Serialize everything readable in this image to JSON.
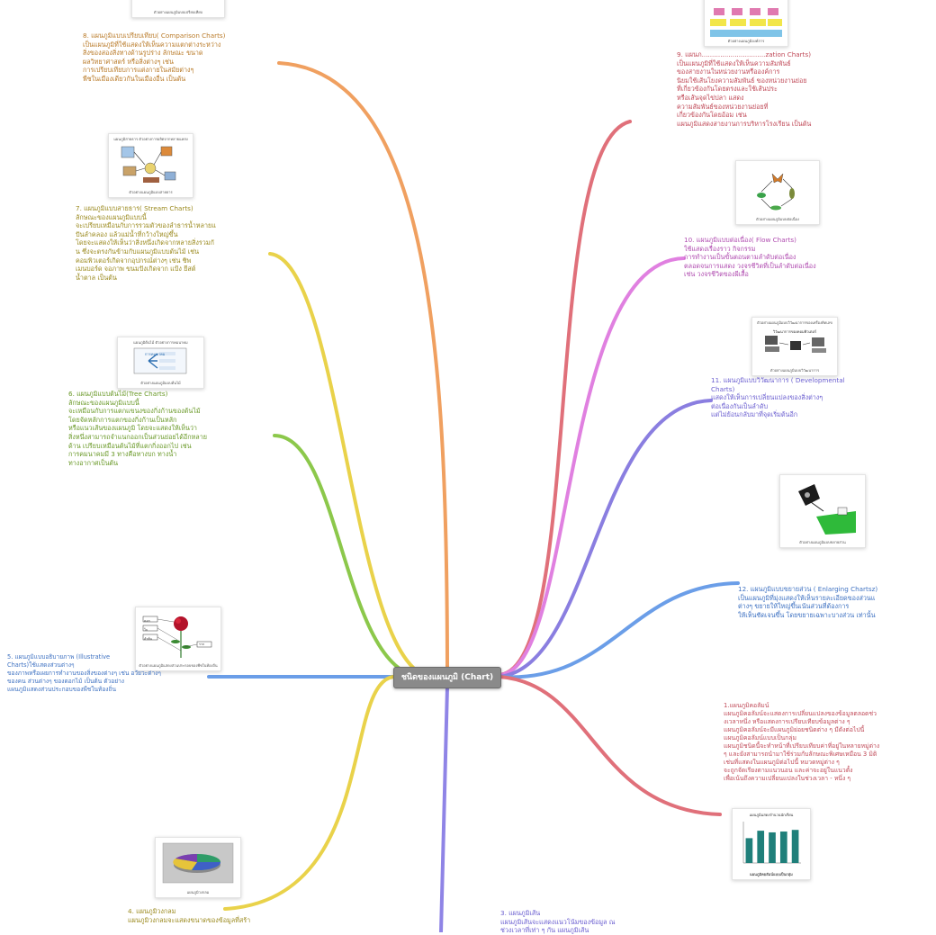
{
  "center_label": "ชนิดของแผนภูมิ (Chart)",
  "colors": {
    "orange": "#f0a060",
    "yellow": "#e9d24a",
    "green": "#8cc84b",
    "blue": "#6b9ee8",
    "purple": "#8a7ee0",
    "red": "#e0707a",
    "magenta": "#e080e0",
    "violet": "#8f84e6"
  },
  "nodes": {
    "n8": "8.  แผนภูมิแบบเปรียบเทียบ( Comparison Charts)\nเป็นแผนภูมิที่ใช้แสดงให้เห็นความแตกต่างระหว่าง\nสิ่งของสองสิ่งทางด้านรูปร่าง ลักษณะ ขนาด\nผลวิทยาศาสตร์ หรือสิ่งต่างๆ เช่น\nการเปรียบเทียบการแต่งกายในสมัยต่างๆ\nพืชในเมืองเดียวกันในเมืองอื่น เป็นต้น",
    "n7": "7.  แผนภูมิแบบสายธาร( Stream Charts)\nลักษณะของแผนภูมิแบบนี้\nจะเปรียบเหมือนกับการรวมตัวของลำธารน้ำหลายแ\nปันลำคลอง แล้วแม่น้ำที่กว้างใหญ่ขึ้น\nโดยจะแสดงให้เห็นว่าสิ่งหนึ่งเกิดจากหลายสิ่งรวมกั\nน ซึ่งจะตรงกันข้ามกับแผนภูมิแบบต้นไม้ เช่น\nคอมพิวเตอร์เกิดจากอุปกรณ์ต่างๆ เช่น ชิพ\nเมนบอร์ด จอภาพ ขนมปังเกิดจาก แป้ง ยีสต์\nน้ำตาล เป็นต้น",
    "n6": "6.  แผนภูมิแบบต้นไม้(Tree Charts)\nลักษณะของแผนภูมิแบบนี้\nจะเหมือนกับการแตกแขนงของกิ่งก้านของต้นไม้\nโดยจัดหลักการแตกของกิ่งก้านเป็นหลัก\nหรือแนวเส้นของแผนภูมิ โดยจะแสดงให้เห็นว่า\nสิ่งหนึ่งสามารถจำแนกออกเป็นส่วนย่อยได้อีกหลาย\nด้าน เปรียบเหมือนต้นไม้ที่แตกกิ่งออกไป เช่น\nการคมนาคมมี 3 ทางคือทางบก ทางน้ำ\nทางอากาศเป็นต้น",
    "n5": "5.  แผนภูมิแบบอธิบายภาพ (Illustrative\nCharts)ใช้แสดงส่วนต่างๆ\nของภาพหรือเผยการทำงานของสิ่งของต่างๆ เช่น อวัยวะต่างๆ\nของคน ส่วนต่างๆ ของดอกไม้ เป็นต้น ตัวอย่าง\nแผนภูมิแสดงส่วนประกอบของพืชในท้องถิ่น",
    "n4": "4.  แผนภูมิวงกลม\nแผนภูมิวงกลมจะแสดงขนาดของข้อมูลที่สร้า",
    "n9": "9.  แผนภ...............................zation Charts)\nเป็นแผนภูมิที่ใช้แสดงให้เห็นความสัมพันธ์\nของสายงานในหน่วยงานหรือองค์การ\nนิยมใช้เส้นโยงความสัมพันธ์ ของหน่วยงานย่อย\nที่เกี่ยวข้องกันโดยตรงและใช้เส้นประ\nหรือเส้นจุดไข่ปลา แสดง\nความสัมพันธ์ของหน่วยงานย่อยที่\nเกี่ยวข้องกันโดยอ้อม เช่น\nแผนภูมิแสดงสายงานการบริหารโรงเรียน เป็นต้น",
    "n10": "10.  แผนภูมิแบบต่อเนื่อง( Flow Charts)\nใช้แสดงเรื่องราว กิจกรรม\nการทำงานเป็นขั้นตอนตามลำดับต่อเนื่อง\nตลอดจนการแสดง วงจรชีวิตที่เป็นลำดับต่อเนื่อง\nเช่น วงจรชีวิตของผีเสื้อ",
    "n11": "11.  แผนภูมิแบบวิวัฒนาการ ( Developmental\nCharts)\nแสดงให้เห็นการเปลี่ยนแปลงของสิ่งต่างๆ\nต่อเนื่องกันเป็นลำดับ\nแต่ไม่ย้อนกลับมาที่จุดเริ่มต้นอีก",
    "n12": "12.  แผนภูมิแบบขยายส่วน ( Enlarging Chartsz)\nเป็นแผนภูมิที่มุ่งแสดงให้เห็นรายละเอียดของส่วนแ\nต่างๆ ขยายให้ใหญ่ขึ้นเน้นส่วนที่ต้องการ\nให้เห็นชัดเจนขึ้น โดยขยายเฉพาะบางส่วน เท่านั้น",
    "n1": "1.แผนภูมิคอลัมน์\nแผนภูมิคอลัมน์จะแสดงการเปลี่ยนแปลงของข้อมูลตลอดช่ว\nงเวลาหนึ่ง หรือแสดงการเปรียบเทียบข้อมูลต่าง ๆ\nแผนภูมิคอลัมน์จะมีแผนภูมิย่อยชนิดต่าง ๆ มีดังต่อไปนี้\nแผนภูมิคอลัมน์แบบเป็นกลุ่ม\nแผนภูมิชนิดนี้จะทำหน้าที่เปรียบเทียบค่าที่อยู่ในหลายหมู่ต่าง\nๆ และยังสามารถนำมาใช้ร่วมกับลักษณะพิเศษเหมือน 3 มิติ\nเช่นที่แสดงในแผนภูมิต่อไปนี้ หมวดหมู่ต่าง ๆ\nจะถูกจัดเรียงตามแนวนอน และค่าจะอยู่ในแนวตั้ง\nเพื่อเน้นถึงความเปลี่ยนแปลงในช่วงเวลา - หนึ่ง ๆ",
    "n3": "3.  แผนภูมิเส้น\nแผนภูมิเส้นจะแสดงแนวโน้มของข้อมูล ณ\nช่วงเวลาที่เท่า ๆ กัน แผนภูมิเส้น"
  },
  "thumb_captions": {
    "t8": "ตัวอย่างแผนภูมิแบบเปรียบเทียบ",
    "t7_top": "แผนภูมิสายธาร ตัวอย่างการผลิตจากหลายแหล่ง",
    "t7": "ตัวอย่างแผนภูมิแบบสายธาร",
    "t6_top": "แผนภูมิต้นไม้ ตัวอย่างการคมนาคม",
    "t6_title": "การคมนาคม",
    "t6": "ตัวอย่างแผนภูมิแบบต้นไม้",
    "t5": "ตัวอย่างแผนภูมิแสดงส่วนประกอบของพืชในท้องถิ่น",
    "t4": "แผนภูมิวงกลม",
    "t9": "ตัวอย่างแผนภูมิองค์การ",
    "t10": "ตัวอย่างแผนภูมิแบบต่อเนื่อง",
    "t11_top": "ตัวอย่างแผนภูมิแบบวิวัฒนาการของเครื่องคิดเลข",
    "t11_title": "วิวัฒนาการของคอมพิวเตอร์",
    "t11": "ตัวอย่างแผนภูมิแบบวิวัฒนาการ",
    "t12": "ตัวอย่างแผนภูมิแบบขยายส่วน",
    "t1_title": "แผนภูมิแสดงจำนวนนักเรียน",
    "t1": "แผนภูมิคอลัมน์แบบเป็นกลุ่ม"
  },
  "flower_labels": [
    "ดอก",
    "ใบ",
    "ลำต้น",
    "ราก"
  ],
  "column_values": [
    60,
    78,
    74,
    76,
    80
  ]
}
